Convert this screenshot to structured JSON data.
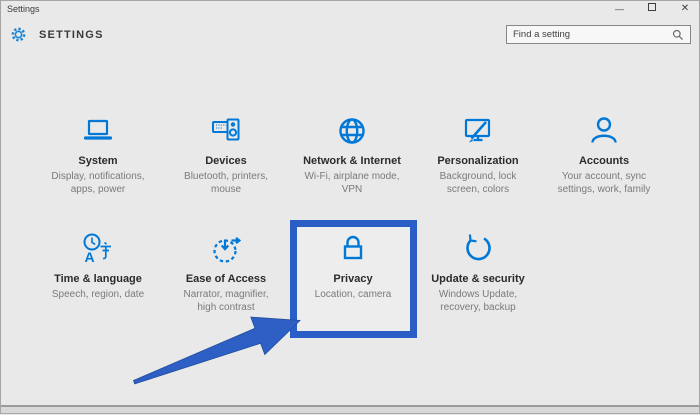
{
  "window": {
    "title": "Settings",
    "controls": {
      "minimize_glyph": "—",
      "close_glyph": "✕"
    }
  },
  "header": {
    "title": "SETTINGS"
  },
  "search": {
    "placeholder": "Find a setting",
    "icon": "magnifier-icon"
  },
  "tiles": [
    {
      "id": "system",
      "label": "System",
      "sublabel": "Display, notifications,\napps, power",
      "icon": "laptop-icon"
    },
    {
      "id": "devices",
      "label": "Devices",
      "sublabel": "Bluetooth, printers,\nmouse",
      "icon": "keyboard-speaker-icon"
    },
    {
      "id": "network-internet",
      "label": "Network & Internet",
      "sublabel": "Wi-Fi, airplane mode,\nVPN",
      "icon": "globe-icon"
    },
    {
      "id": "personalization",
      "label": "Personalization",
      "sublabel": "Background, lock\nscreen, colors",
      "icon": "monitor-pencil-icon"
    },
    {
      "id": "accounts",
      "label": "Accounts",
      "sublabel": "Your account, sync\nsettings, work, family",
      "icon": "person-icon"
    },
    {
      "id": "time-language",
      "label": "Time & language",
      "sublabel": "Speech, region, date",
      "icon": "clock-language-icon"
    },
    {
      "id": "ease-of-access",
      "label": "Ease of Access",
      "sublabel": "Narrator, magnifier,\nhigh contrast",
      "icon": "dashed-circle-arrow-icon"
    },
    {
      "id": "privacy",
      "label": "Privacy",
      "sublabel": "Location, camera",
      "icon": "lock-icon"
    },
    {
      "id": "update-security",
      "label": "Update & security",
      "sublabel": "Windows Update,\nrecovery, backup",
      "icon": "refresh-arrow-icon"
    }
  ],
  "annotations": {
    "highlighted_tile": "Privacy",
    "highlight_color": "#2a5ec6",
    "arrow_color": "#2d5fc5"
  },
  "colors": {
    "accent_icon_blue": "#0078d7",
    "background": "#e9e9e9",
    "title_text": "#2b2b2b",
    "subtitle_text": "#7a7a7a"
  }
}
